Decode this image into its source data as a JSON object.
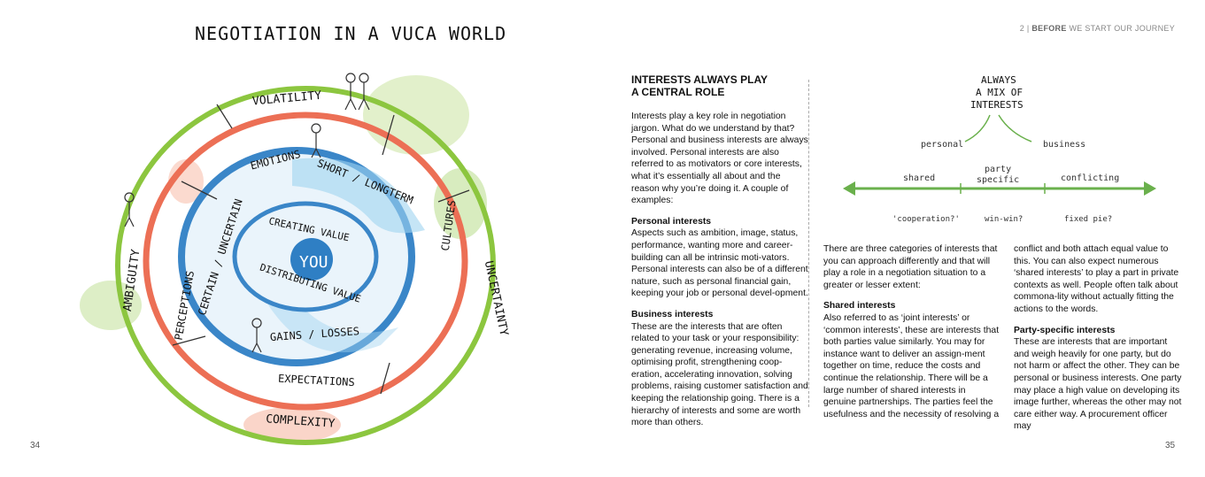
{
  "left_page": {
    "title": "NEGOTIATION IN A VUCA WORLD",
    "page_number": "34",
    "diagram": {
      "center": "YOU",
      "inner_labels": [
        "CREATING VALUE",
        "DISTRIBUTING VALUE"
      ],
      "blue_ring_labels": [
        "SHORT / LONGTERM",
        "CERTAIN / UNCERTAIN",
        "GAINS / LOSSES"
      ],
      "red_ring_labels": [
        "EMOTIONS",
        "PERCEPTIONS",
        "CULTURES",
        "EXPECTATIONS"
      ],
      "green_ring_labels": [
        "VOLATILITY",
        "AMBIGUITY",
        "UNCERTAINTY",
        "COMPLEXITY"
      ]
    }
  },
  "right_page": {
    "header_section": "2 |",
    "header_bold": "BEFORE",
    "header_rest": "WE START OUR JOURNEY",
    "page_number": "35",
    "heading_line1": "INTERESTS ALWAYS PLAY",
    "heading_line2": "A CENTRAL ROLE",
    "intro": "Interests play a key role in negotiation jargon. What do we understand by that? Personal and business interests are always involved. Personal interests are also referred to as motivators or core interests, what it’s essentially all about and the reason why you’re doing it. A couple of examples:",
    "personal_heading": "Personal interests",
    "personal_text": "Aspects such as ambition, image, status, performance, wanting more and career-building can all be intrinsic moti-vators. Personal interests can also be of a different nature, such as personal financial gain, keeping your job or personal devel-opment.",
    "business_heading": "Business interests",
    "business_text": "These are the interests that are often related to your task or your responsibility: generating revenue, increasing volume, optimising profit, strengthening coop-eration, accelerating innovation, solving problems, raising customer satisfaction and keeping the relationship going. There is a hierarchy of interests and some are worth more than others.",
    "categories_text": "There are three categories of interests that you can approach differently and that will play a role in a negotiation situation to a greater or lesser extent:",
    "shared_heading": "Shared interests",
    "shared_text": "Also referred to as ‘joint interests’ or ‘common interests’, these are interests that both parties value similarly. You may for instance want to deliver an assign-ment together on time, reduce the costs and continue the relationship. There will be a large number of shared interests in genuine partnerships. The parties feel the usefulness and the necessity of resolving a",
    "col3_text": "conflict and both attach equal value to this. You can also expect numerous ‘shared interests’ to play a part in private contexts as well. People often talk about commona-lity without actually fitting the actions to the words.",
    "party_heading": "Party-specific interests",
    "party_text": "These are interests that are important and weigh heavily for one party, but do not harm or affect the other. They can be personal or business interests. One party may place a high value on developing its image further, whereas the other may not care either way. A procurement officer may",
    "mini_diagram": {
      "top_line1": "ALWAYS",
      "top_line2": "A MIX OF",
      "top_line3": "INTERESTS",
      "left": "personal",
      "right": "business",
      "axis_labels": [
        "shared",
        "party specific",
        "conflicting"
      ],
      "party_line1": "party",
      "party_line2": "specific",
      "below_labels": [
        "'cooperation?'",
        "win-win?",
        "fixed pie?"
      ]
    }
  }
}
